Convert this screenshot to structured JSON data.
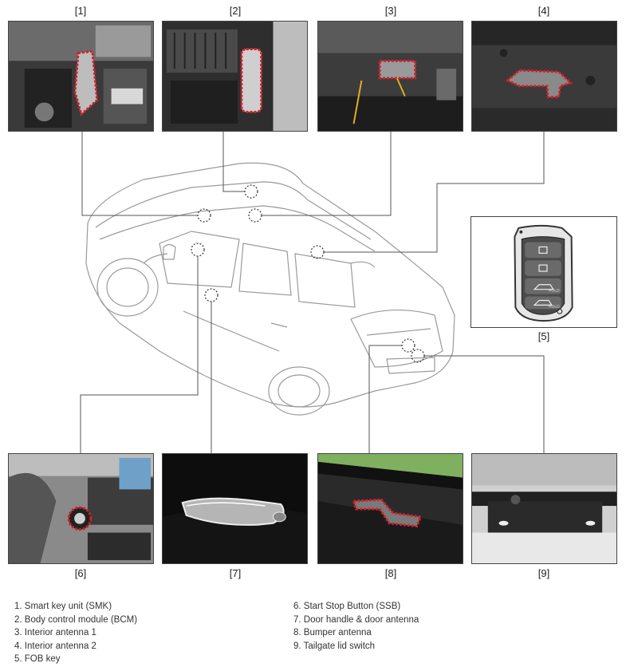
{
  "panels": {
    "p1": {
      "label": "[1]"
    },
    "p2": {
      "label": "[2]"
    },
    "p3": {
      "label": "[3]"
    },
    "p4": {
      "label": "[4]"
    },
    "p5": {
      "label": "[5]"
    },
    "p6": {
      "label": "[6]"
    },
    "p7": {
      "label": "[7]"
    },
    "p8": {
      "label": "[8]"
    },
    "p9": {
      "label": "[9]"
    }
  },
  "legend": {
    "left": [
      "1. Smart key unit (SMK)",
      "2. Body control module (BCM)",
      "3. Interior antenna 1",
      "4. Interior antenna 2",
      "5. FOB key"
    ],
    "right": [
      "6. Start Stop Button (SSB)",
      "7. Door handle & door antenna",
      "8. Bumper antenna",
      "9. Tailgate lid switch"
    ]
  },
  "fob_key": {
    "hold_label_1": "HOLD",
    "hold_label_2": "HOLD"
  },
  "colors": {
    "highlight": "#d0202a",
    "line": "#555555",
    "car_outline": "#9a9a9a"
  }
}
